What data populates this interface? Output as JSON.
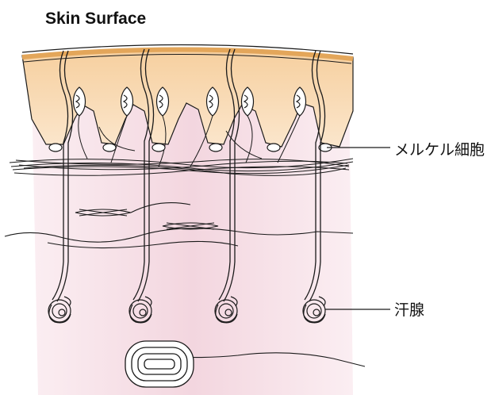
{
  "title": "Skin Surface",
  "labels": {
    "merkel_cell": "メルケル細胞",
    "sweat_gland": "汗腺"
  },
  "colors": {
    "epidermis": "#f8d4a4",
    "surface_line": "#e3a65a",
    "dermis": "#f7e2e8",
    "outline": "#1a1a1a"
  }
}
